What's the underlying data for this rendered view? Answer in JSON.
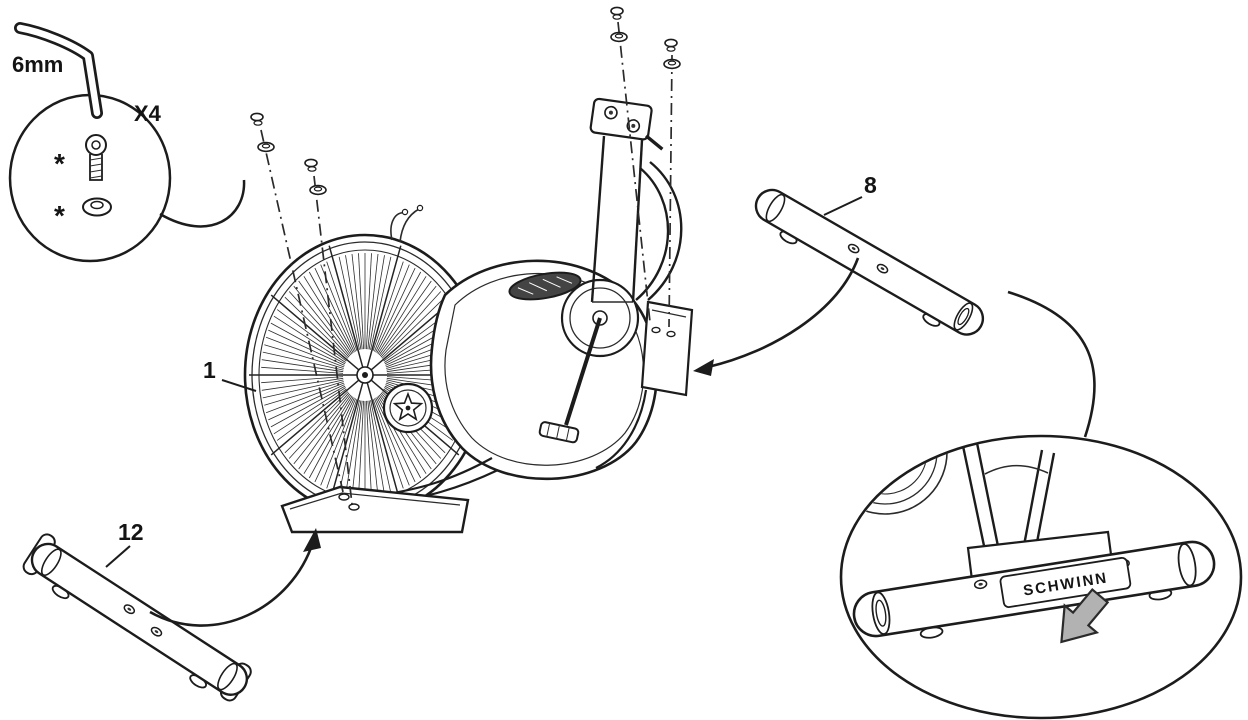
{
  "callout": {
    "tool_size": "6mm",
    "quantity": "X4",
    "bolt_marker": "*",
    "washer_marker": "*"
  },
  "parts": {
    "main_frame_label": "1",
    "rear_stabilizer_label": "8",
    "front_stabilizer_label": "12"
  },
  "detail_view": {
    "brand": "SCHWINN"
  },
  "colors": {
    "line": "#1c1c1c",
    "background": "#ffffff",
    "direction_arrow_fill": "#b2b2b2"
  }
}
